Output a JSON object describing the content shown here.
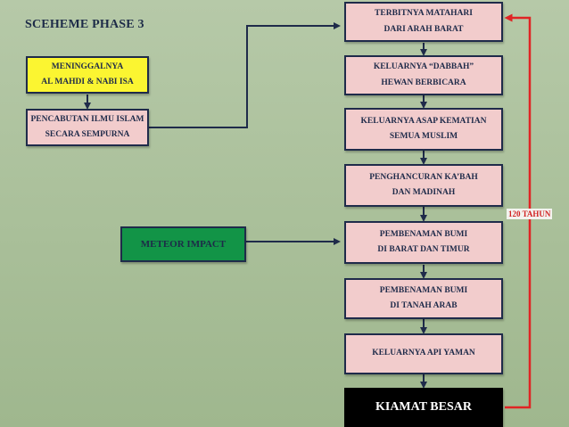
{
  "title": "SCEHEME PHASE 3",
  "left_boxes": [
    {
      "id": "meninggal",
      "lines": [
        "MENINGGALNYA",
        "AL MAHDI & NABI ISA"
      ],
      "color": "#fbf531"
    },
    {
      "id": "pencabutan",
      "lines": [
        "PENCABUTAN ILMU ISLAM",
        "SECARA SEMPURNA"
      ],
      "color": "#f2cccc"
    }
  ],
  "meteor": {
    "label": "METEOR IMPACT",
    "color": "#129447"
  },
  "steps": [
    {
      "lines": [
        "TERBITNYA MATAHARI",
        "DARI ARAH BARAT"
      ]
    },
    {
      "lines": [
        "KELUARNYA “DABBAH”",
        "HEWAN BERBICARA"
      ]
    },
    {
      "lines": [
        "KELUARNYA ASAP  KEMATIAN",
        "SEMUA MUSLIM"
      ]
    },
    {
      "lines": [
        "PENGHANCURAN KA’BAH",
        "DAN MADINAH"
      ]
    },
    {
      "lines": [
        "PEMBENAMAN BUMI",
        "DI BARAT DAN TIMUR"
      ]
    },
    {
      "lines": [
        "PEMBENAMAN BUMI",
        "DI TANAH ARAB"
      ]
    },
    {
      "lines": [
        "KELUARNYA API YAMAN"
      ]
    }
  ],
  "final": {
    "label": "KIAMAT BESAR"
  },
  "duration_label": "120 TAHUN",
  "colors": {
    "box": "#f2cccc",
    "border": "#1f2b4a",
    "arrow_red": "#e02424",
    "background": "#aac09b"
  }
}
